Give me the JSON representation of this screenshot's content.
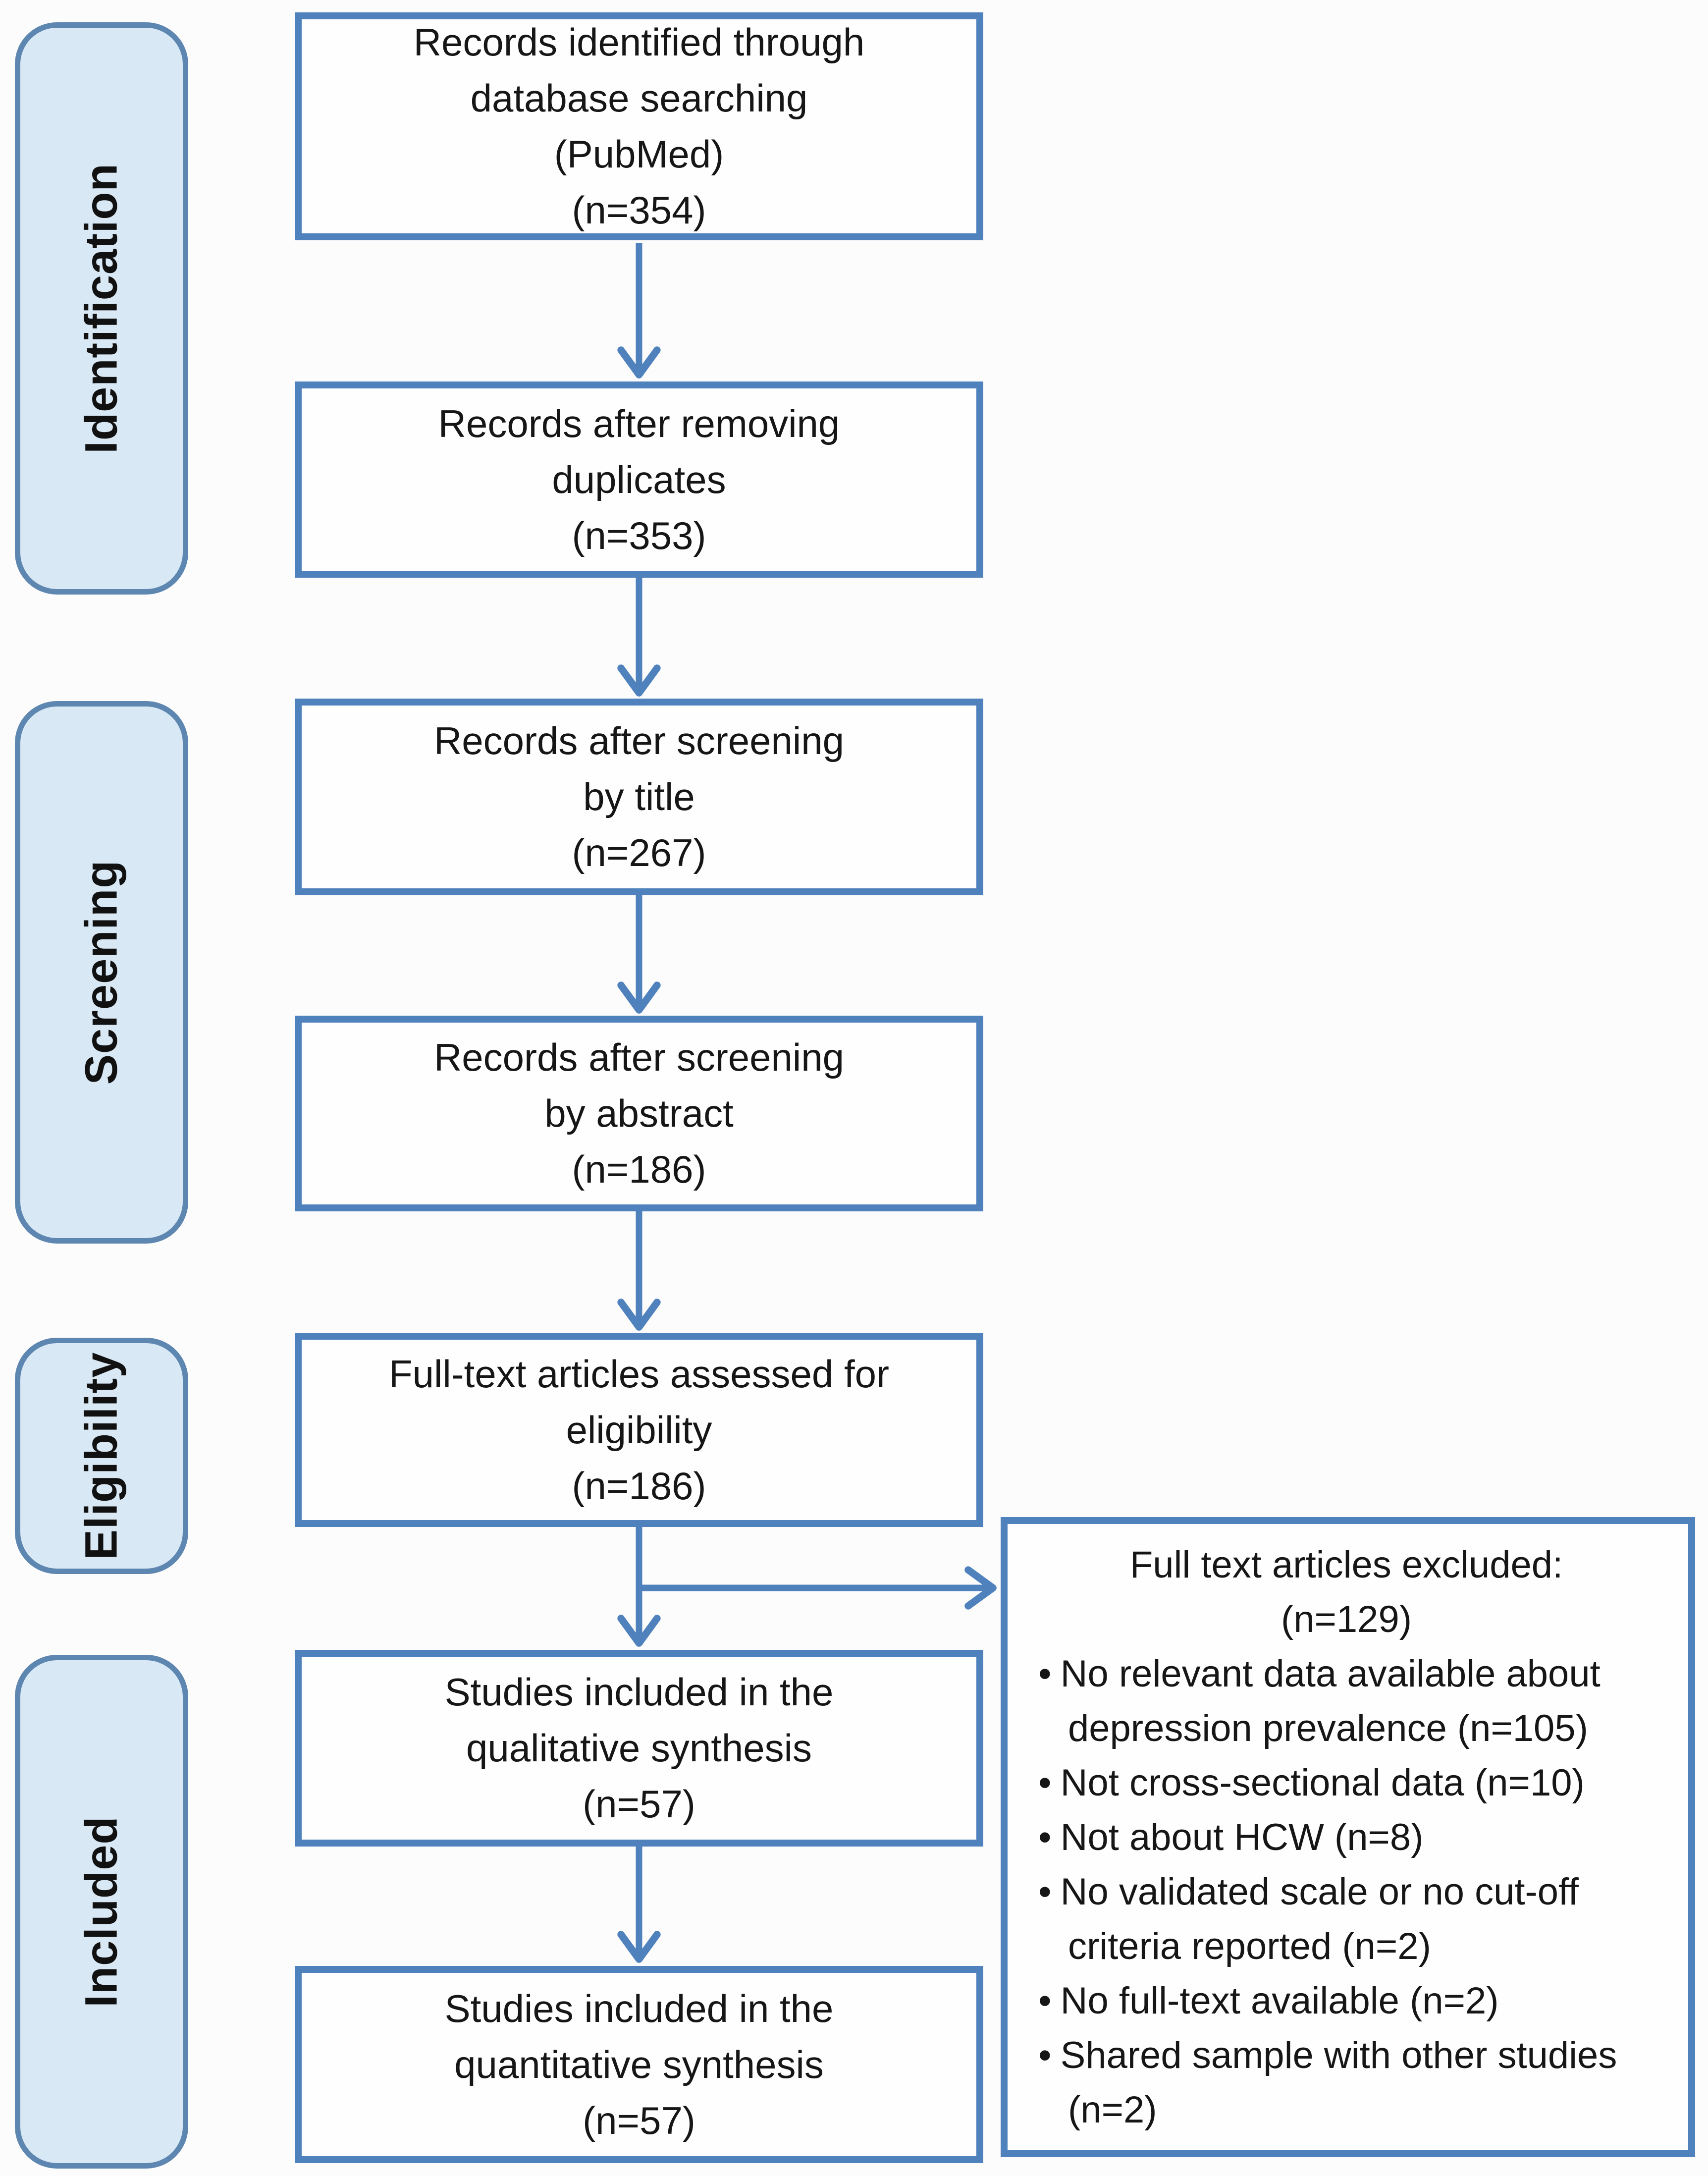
{
  "figure": {
    "kind": "prisma-flow-diagram",
    "colors": {
      "box_border": "#4f81bd",
      "arrow": "#4f81bd",
      "stage_fill": "#d9e8f5",
      "stage_border": "#5d86b0",
      "text": "#161616",
      "background": "#fcfcfc"
    }
  },
  "stages": [
    {
      "label": "Identification"
    },
    {
      "label": "Screening"
    },
    {
      "label": "Eligibility"
    },
    {
      "label": "Included"
    }
  ],
  "flow_boxes": [
    {
      "lines": [
        "Records identified through",
        "database searching",
        "(PubMed)",
        "(n=354)"
      ]
    },
    {
      "lines": [
        "Records after removing",
        "duplicates",
        "(n=353)"
      ]
    },
    {
      "lines": [
        "Records after screening",
        "by title",
        "(n=267)"
      ]
    },
    {
      "lines": [
        "Records after screening",
        "by abstract",
        "(n=186)"
      ]
    },
    {
      "lines": [
        "Full-text articles assessed for",
        "eligibility",
        "(n=186)"
      ]
    },
    {
      "lines": [
        "Studies included in the",
        "qualitative synthesis",
        "(n=57)"
      ]
    },
    {
      "lines": [
        "Studies included in the",
        "quantitative synthesis",
        "(n=57)"
      ]
    }
  ],
  "excluded_box": {
    "title": "Full text articles excluded:",
    "count": "(n=129)",
    "bullet": "•",
    "reasons": [
      "No relevant data available about depression prevalence (n=105)",
      "Not cross-sectional data (n=10)",
      "Not about HCW (n=8)",
      "No validated scale or no cut-off criteria reported (n=2)",
      "No full-text available (n=2)",
      "Shared sample with other studies (n=2)"
    ]
  }
}
